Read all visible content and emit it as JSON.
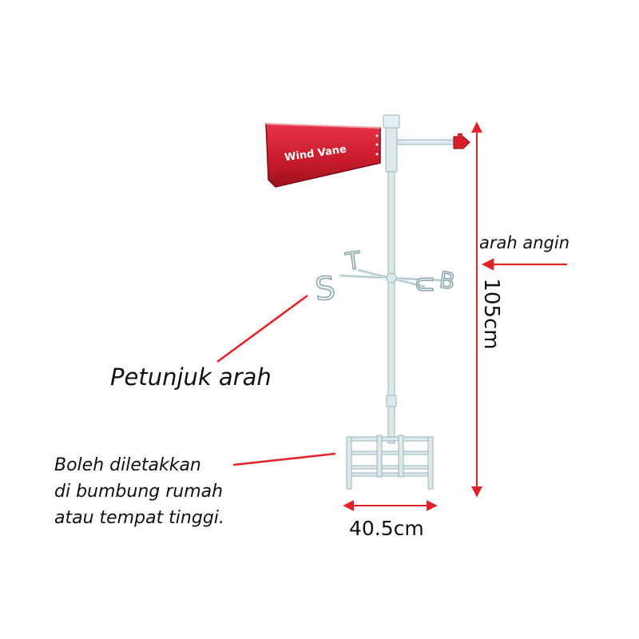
{
  "vane": {
    "text": "Wind Vane"
  },
  "compass": {
    "south": "S",
    "east": "T",
    "west": "B",
    "north": "U"
  },
  "labels": {
    "wind_direction": "arah angin",
    "direction_pointer": "Petunjuk arah",
    "placement": [
      "Boleh diletakkan",
      "di bumbung rumah",
      "atau tempat tinggi."
    ],
    "height": "105cm",
    "width": "40.5cm"
  },
  "colors": {
    "arrow": "#e4222a",
    "vane_red": "#cc1d2b",
    "pole": "#dbe9ec",
    "pole_edge": "#9db4ba",
    "text": "#111111"
  }
}
